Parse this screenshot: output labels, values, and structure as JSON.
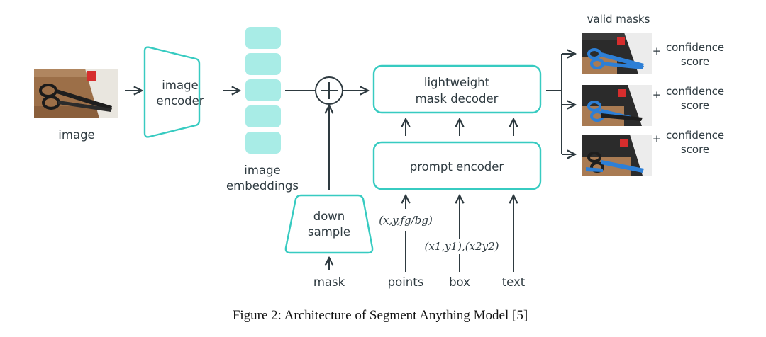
{
  "diagram": {
    "input_image_label": "image",
    "image_encoder_label": [
      "image",
      "encoder"
    ],
    "embeddings_label": [
      "image",
      "embeddings"
    ],
    "downsample_label": [
      "down",
      "sample"
    ],
    "mask_label": "mask",
    "mask_decoder_label": [
      "lightweight",
      "mask decoder"
    ],
    "prompt_encoder_label": "prompt encoder",
    "points_label": "points",
    "points_format": "(x,y,fg/bg)",
    "box_label": "box",
    "box_format": "(x1,y1),(x2y2)",
    "text_label": "text",
    "valid_masks_label": "valid masks",
    "plus_symbol": "+",
    "outputs": [
      {
        "score_label": [
          "confidence",
          "score"
        ]
      },
      {
        "score_label": [
          "confidence",
          "score"
        ]
      },
      {
        "score_label": [
          "confidence",
          "score"
        ]
      }
    ]
  },
  "caption": "Figure 2: Architecture of Segment Anything Model [5]",
  "colors": {
    "accent": "#37cbc1",
    "embedding_fill": "#a8ece6",
    "line": "#2e3a40",
    "mask_blue": "#2d7fd6"
  }
}
